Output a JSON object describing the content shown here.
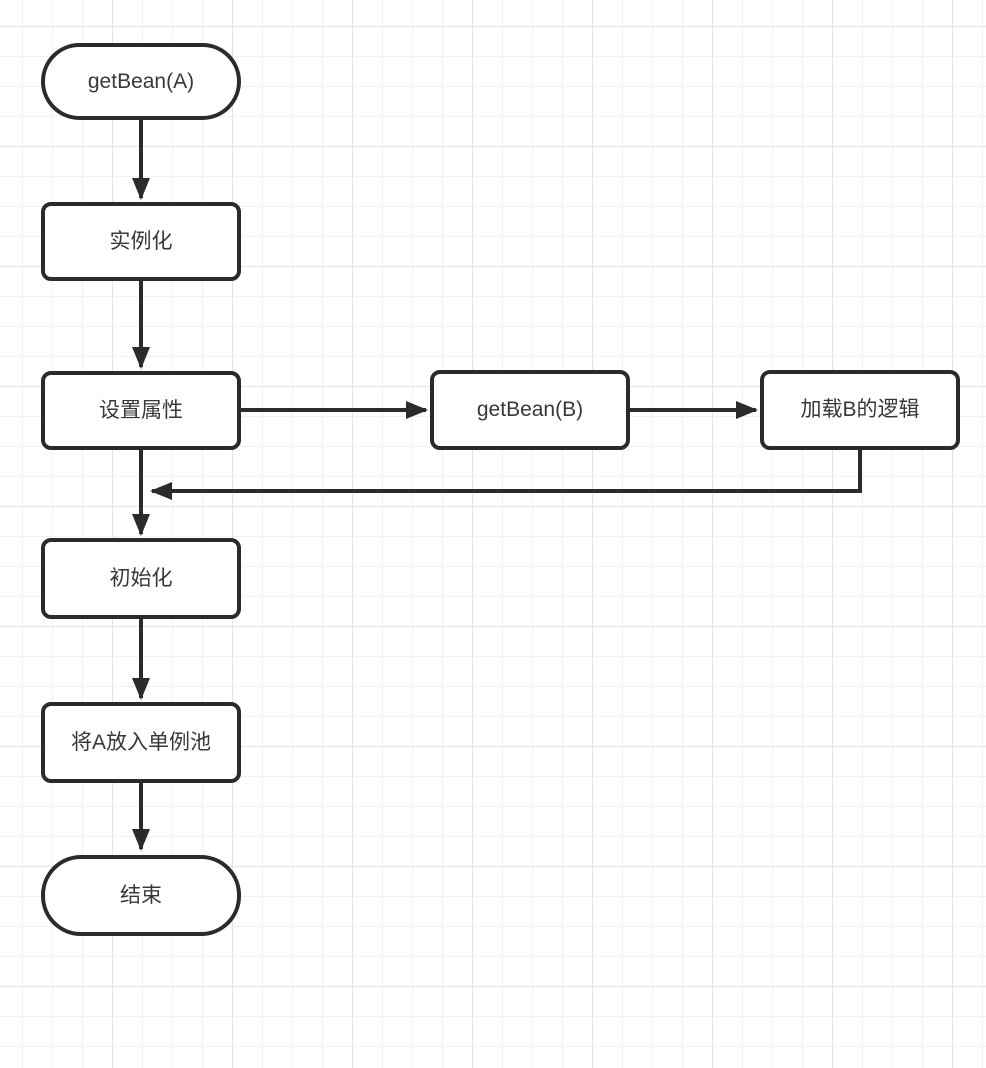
{
  "diagram": {
    "type": "flowchart",
    "colors": {
      "stroke": "#2b2b2b",
      "text": "#383838",
      "background": "#ffffff",
      "grid_minor": "#f1f1f3",
      "grid_major": "#e3e3e7"
    },
    "nodes": [
      {
        "id": "start",
        "label": "getBean(A)",
        "shape": "stadium"
      },
      {
        "id": "instantiate",
        "label": "实例化",
        "shape": "rect"
      },
      {
        "id": "set-properties",
        "label": "设置属性",
        "shape": "rect"
      },
      {
        "id": "get-bean-b",
        "label": "getBean(B)",
        "shape": "rect"
      },
      {
        "id": "load-b-logic",
        "label": "加载B的逻辑",
        "shape": "rect"
      },
      {
        "id": "initialize",
        "label": "初始化",
        "shape": "rect"
      },
      {
        "id": "singleton-pool",
        "label": "将A放入单例池",
        "shape": "rect"
      },
      {
        "id": "end",
        "label": "结束",
        "shape": "stadium"
      }
    ],
    "edges": [
      {
        "from": "start",
        "to": "instantiate"
      },
      {
        "from": "instantiate",
        "to": "set-properties"
      },
      {
        "from": "set-properties",
        "to": "get-bean-b"
      },
      {
        "from": "get-bean-b",
        "to": "load-b-logic"
      },
      {
        "from": "set-properties",
        "to": "initialize"
      },
      {
        "from": "load-b-logic",
        "to": "initialize",
        "kind": "return"
      },
      {
        "from": "initialize",
        "to": "singleton-pool"
      },
      {
        "from": "singleton-pool",
        "to": "end"
      }
    ]
  }
}
